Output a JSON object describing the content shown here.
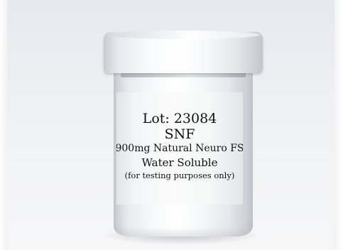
{
  "label": {
    "lot": "Lot: 23084",
    "code": "SNF",
    "product": "900mg Natural Neuro FS",
    "solubility": "Water Soluble",
    "note": "(for testing purposes only)"
  }
}
